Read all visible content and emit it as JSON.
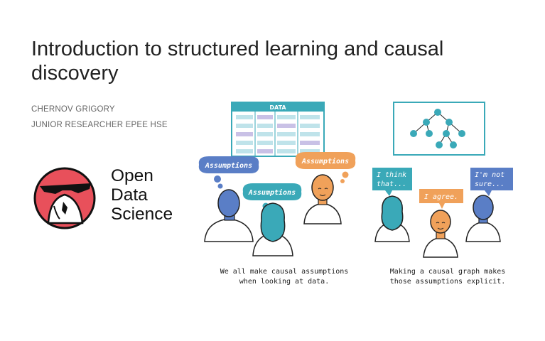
{
  "slide": {
    "title": "Introduction to structured learning and causal discovery",
    "author": "CHERNOV GRIGORY",
    "position": "JUNIOR RESEARCHER EPEE HSE"
  },
  "logo": {
    "line1": "Open",
    "line2": "Data",
    "line3": "Science",
    "colors": {
      "ring": "#e8505b",
      "glasses": "#111111"
    }
  },
  "left_illustration": {
    "table_header": "DATA",
    "bubble_1": "Assumptions",
    "bubble_2": "Assumptions",
    "bubble_3": "Assumptions",
    "caption_line1": "We all make causal assumptions",
    "caption_line2": "when looking at data.",
    "colors": {
      "teal": "#3aa9b8",
      "blue": "#5a7ec6",
      "orange": "#f0a15a"
    }
  },
  "right_illustration": {
    "bubble_1_line1": "I think",
    "bubble_1_line2": "that...",
    "bubble_2": "I agree.",
    "bubble_3_line1": "I'm not",
    "bubble_3_line2": "sure...",
    "caption_line1": "Making a causal graph makes",
    "caption_line2": "those assumptions explicit."
  }
}
